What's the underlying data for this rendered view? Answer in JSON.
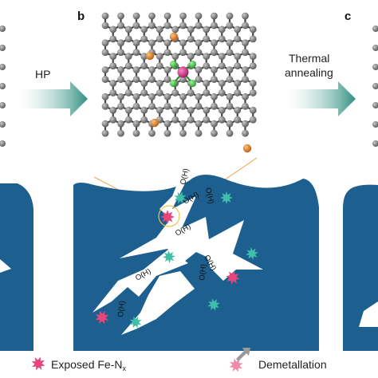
{
  "panels": {
    "b": "b",
    "c": "c"
  },
  "arrows": {
    "left_label": "HP",
    "right_label_line1": "Thermal",
    "right_label_line2": "annealing"
  },
  "oh_labels": [
    "O(H)",
    "O(H)",
    "O(H)",
    "O(H)",
    "O(H)",
    "O(H)",
    "O(H)",
    "O(H)"
  ],
  "legend": {
    "exposed_prefix": "Exposed Fe-N",
    "exposed_sub": "x",
    "demetallation": "Demetallation"
  },
  "colors": {
    "substrate": "#1d5f8f",
    "atom_c": "#8a8a8a",
    "atom_n": "#4cc64a",
    "atom_fe": "#d63b8c",
    "atom_o": "#e08a2b",
    "fe_star": "#e8457a",
    "defect_star": "#3fbfa9",
    "arrow": "#3a9a8a"
  }
}
